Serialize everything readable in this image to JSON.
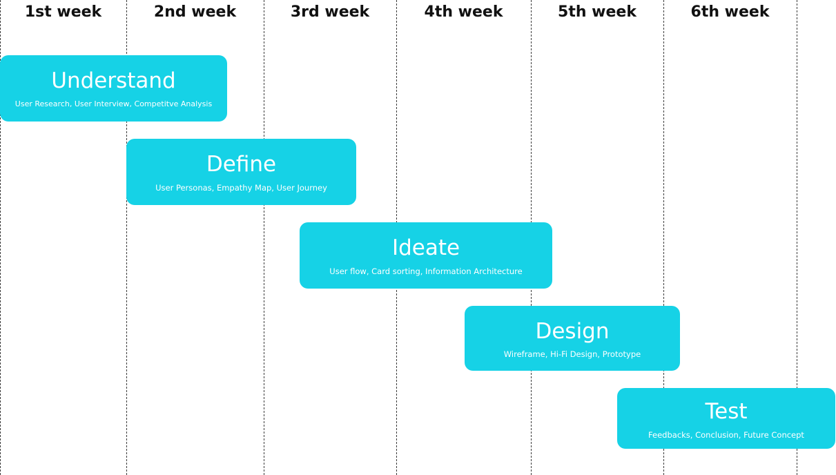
{
  "colors": {
    "phase_fill": "#16d2e6",
    "phase_text": "#ffffff",
    "week_text": "#111111",
    "gridline": "#3a3a3a"
  },
  "weeks": [
    "1st week",
    "2nd week",
    "3rd week",
    "4th week",
    "5th week",
    "6th week"
  ],
  "phases": [
    {
      "title": "Understand",
      "tasks": "User Research, User Interview, Competitve Analysis"
    },
    {
      "title": "Define",
      "tasks": "User Personas, Empathy Map, User Journey"
    },
    {
      "title": "Ideate",
      "tasks": "User flow, Card sorting, Information Architecture"
    },
    {
      "title": "Design",
      "tasks": "Wireframe, Hi-Fi Design, Prototype"
    },
    {
      "title": "Test",
      "tasks": "Feedbacks, Conclusion, Future Concept"
    }
  ]
}
